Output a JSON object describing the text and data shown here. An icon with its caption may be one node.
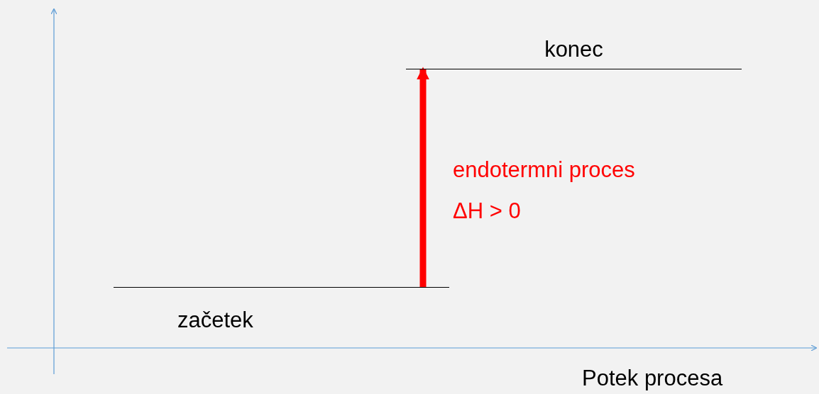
{
  "diagram": {
    "nodes": [
      {
        "text": [
          "konec"
        ]
      },
      {
        "text": [
          "začetek"
        ]
      }
    ],
    "edges": [
      {
        "from": 1,
        "to": 0,
        "arrow": "to",
        "label": "endotermni proces",
        "color": "#ff0000"
      }
    ],
    "labels": [
      "ΔH > 0",
      "Potek procesa"
    ]
  }
}
